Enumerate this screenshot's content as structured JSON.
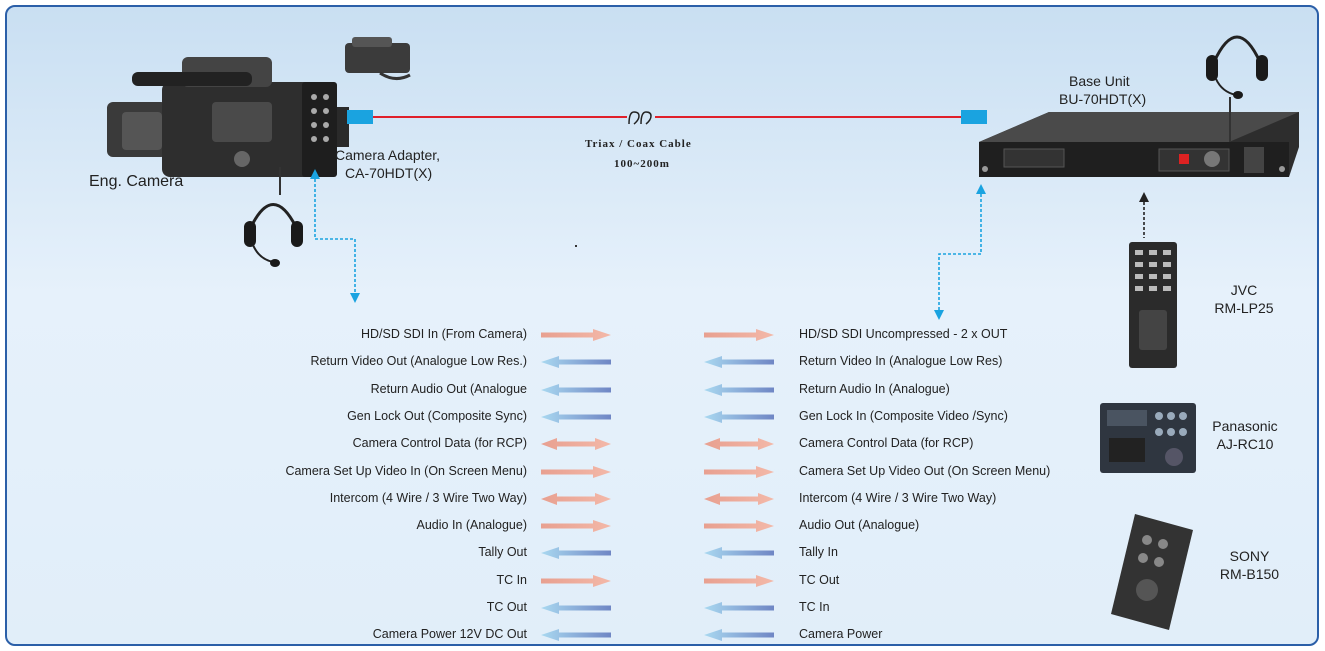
{
  "labels": {
    "camera": "Eng. Camera",
    "adapter_line1": "Camera Adapter,",
    "adapter_line2": "CA-70HDT(X)",
    "cable_line1": "Triax / Coax Cable",
    "cable_line2": "100~200m",
    "base_line1": "Base Unit",
    "base_line2": "BU-70HDT(X)"
  },
  "controllers": [
    {
      "brand": "JVC",
      "model": "RM-LP25"
    },
    {
      "brand": "Panasonic",
      "model": "AJ-RC10"
    },
    {
      "brand": "SONY",
      "model": "RM-B150"
    }
  ],
  "signals": [
    {
      "left": "HD/SD SDI In (From Camera)",
      "right": "HD/SD SDI Uncompressed - 2 x OUT",
      "dir": "right"
    },
    {
      "left": "Return Video Out (Analogue Low Res.)",
      "right": "Return Video In (Analogue Low Res)",
      "dir": "left"
    },
    {
      "left": "Return Audio Out (Analogue",
      "right": "Return Audio In (Analogue)",
      "dir": "left"
    },
    {
      "left": "Gen Lock Out (Composite Sync)",
      "right": "Gen Lock In (Composite Video /Sync)",
      "dir": "left"
    },
    {
      "left": "Camera Control Data (for RCP)",
      "right": "Camera Control Data (for RCP)",
      "dir": "both"
    },
    {
      "left": "Camera Set Up Video In (On Screen Menu)",
      "right": "Camera Set Up Video Out (On Screen Menu)",
      "dir": "right"
    },
    {
      "left": "Intercom (4 Wire / 3 Wire Two Way)",
      "right": "Intercom (4 Wire / 3 Wire Two Way)",
      "dir": "both"
    },
    {
      "left": "Audio In (Analogue)",
      "right": "Audio Out (Analogue)",
      "dir": "right"
    },
    {
      "left": "Tally Out",
      "right": "Tally In",
      "dir": "left"
    },
    {
      "left": "TC In",
      "right": "TC Out",
      "dir": "right"
    },
    {
      "left": "TC Out",
      "right": "TC In",
      "dir": "left"
    },
    {
      "left": "Camera Power 12V DC Out",
      "right": "Camera Power",
      "dir": "left"
    }
  ],
  "colors": {
    "frame_border": "#2b5fa8",
    "cable": "#e0202a",
    "arrow_right": "#e8a090",
    "arrow_left": "#6f86c4",
    "dotted_link": "#1aa3e0"
  },
  "icons": [
    "camera-icon",
    "headset-icon",
    "adapter-icon",
    "base-unit-icon",
    "remote-panel-icon"
  ]
}
